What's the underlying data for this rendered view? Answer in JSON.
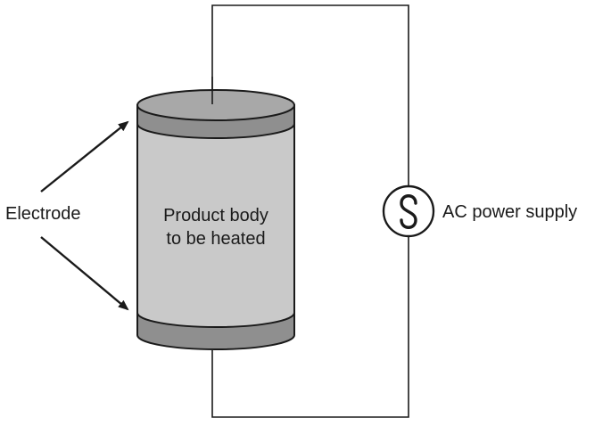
{
  "labels": {
    "electrode": "Electrode",
    "product_line1": "Product body",
    "product_line2": "to be heated",
    "ac_supply": "AC power supply"
  },
  "colors": {
    "line": "#1a1a1a",
    "electrode_fill": "#8f8f8f",
    "electrode_top_fill": "#a8a8a8",
    "body_fill": "#c9c9c9",
    "background": "#ffffff"
  },
  "icons": {
    "ac_source": "sine-wave-circle-icon",
    "pointer": "arrow-icon"
  }
}
